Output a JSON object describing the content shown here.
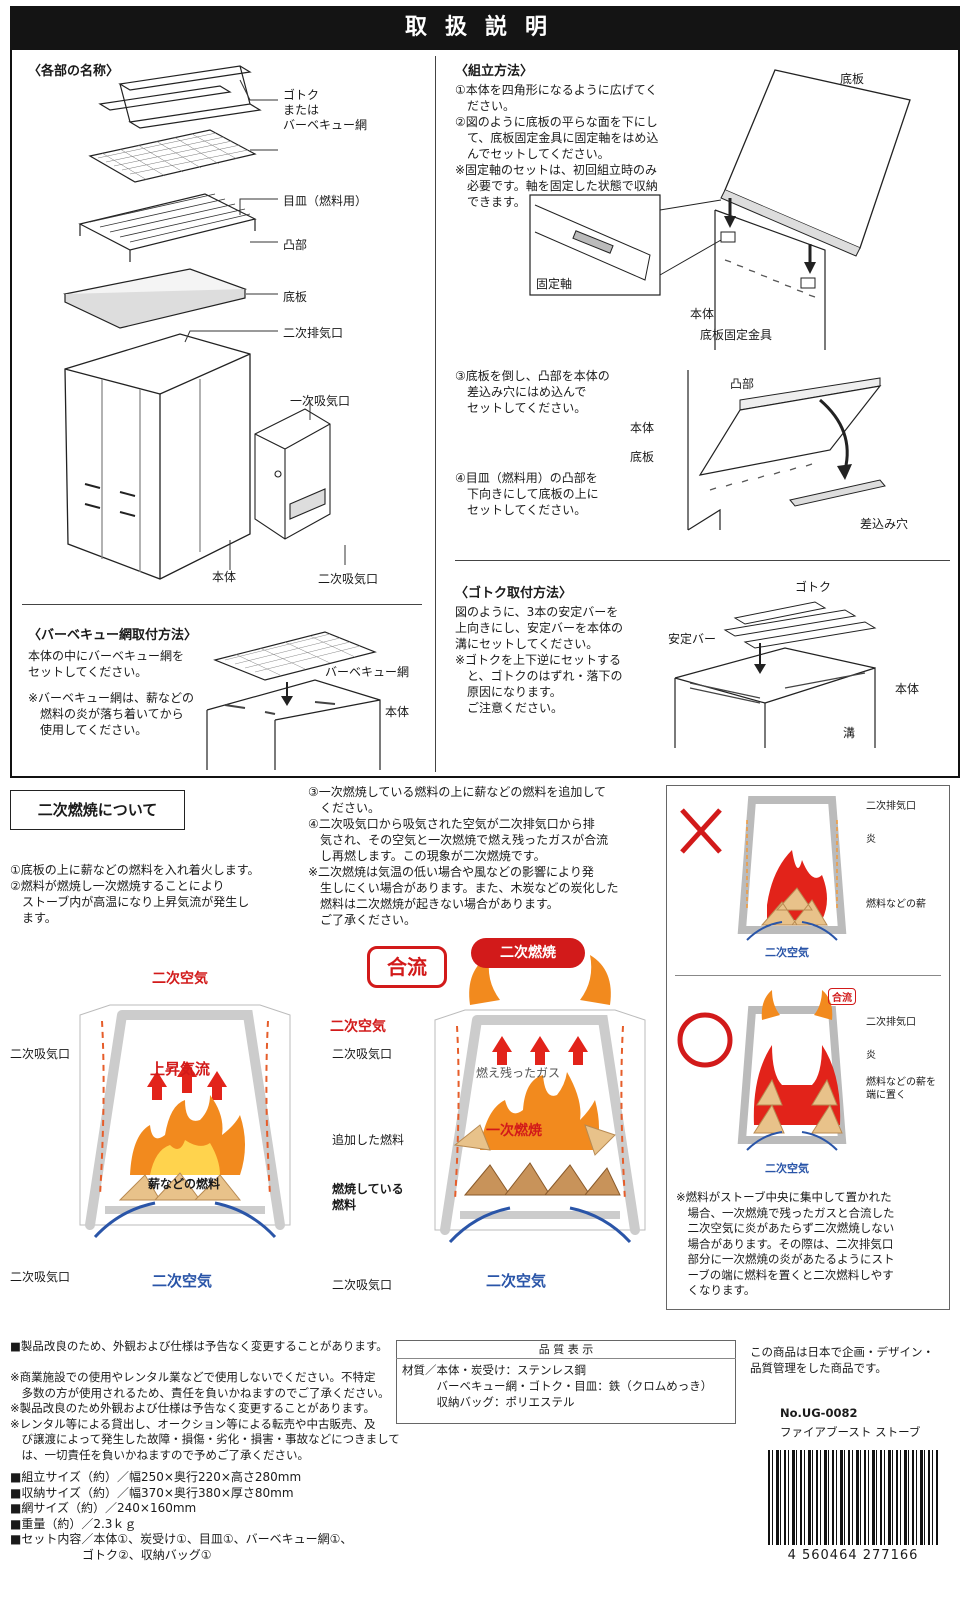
{
  "header": {
    "title": "取扱説明"
  },
  "parts": {
    "heading": "〈各部の名称〉",
    "labels": {
      "gotoku": "ゴトク\nまたは\nバーベキュー網",
      "mezara": "目皿（燃料用）",
      "totsubu": "凸部",
      "sokoita": "底板",
      "niji_haiki": "二次排気口",
      "ichiji_kyuki": "一次吸気口",
      "hontai": "本体",
      "niji_kyuki": "二次吸気口"
    }
  },
  "assembly": {
    "heading": "〈組立方法〉",
    "step1": "①本体を四角形になるように広げてく\n　ださい。\n②図のように底板の平らな面を下にし\n　て、底板固定金具に固定軸をはめ込\n　んでセットしてください。\n※固定軸のセットは、初回組立時のみ\n　必要です。軸を固定した状態で収納\n　できます。",
    "labels": {
      "sokoita": "底板",
      "kotei_jiku": "固定軸",
      "hontai": "本体",
      "kotei_kanagu": "底板固定金具"
    },
    "step3": "③底板を倒し、凸部を本体の\n　差込み穴にはめ込んで\n　セットしてください。",
    "step4": "④目皿（燃料用）の凸部を\n　下向きにして底板の上に\n　セットしてください。",
    "labels2": {
      "totsubu": "凸部",
      "hontai": "本体",
      "sokoita": "底板",
      "sashikomi": "差込み穴"
    }
  },
  "gotoku_mount": {
    "heading": "〈ゴトク取付方法〉",
    "text": "図のように、3本の安定バーを\n上向きにし、安定バーを本体の\n溝にセットしてください。\n※ゴトクを上下逆にセットする\n　と、ゴトクのはずれ・落下の\n　原因になります。\n　ご注意ください。",
    "labels": {
      "gotoku": "ゴトク",
      "antei_bar": "安定バー",
      "hontai": "本体",
      "mizo": "溝"
    }
  },
  "bbq_mount": {
    "heading": "〈バーベキュー網取付方法〉",
    "text": "本体の中にバーベキュー網を\nセットしてください。",
    "note": "※バーベキュー網は、薪などの\n　燃料の炎が落ち着いてから\n　使用してください。",
    "labels": {
      "bbq_net": "バーベキュー網",
      "hontai": "本体"
    }
  },
  "secondary": {
    "heading": "二次燃焼について",
    "left_text": "①底板の上に薪などの燃料を入れ着火します。\n②燃料が燃焼し一次燃焼することにより\n　ストーブ内が高温になり上昇気流が発生し\n　ます。",
    "right_text": "③一次燃焼している燃料の上に薪などの燃料を追加して\n　ください。\n④二次吸気口から吸気された空気が二次排気口から排\n　気され、その空気と一次燃焼で燃え残ったガスが合流\n　し再燃します。この現象が二次燃焼です。\n※二次燃焼は気温の低い場合や風などの影響により発\n　生しにくい場合があります。また、木炭などの炭化した\n　燃料は二次燃焼が起きない場合があります。\n　ご了承ください。",
    "diagram1": {
      "niji_kuki_top": "二次空気",
      "niji_kyuki": "二次吸気口",
      "joshoryu": "上昇気流",
      "maki": "薪などの燃料",
      "niji_kyuki_bottom": "二次吸気口",
      "niji_kuki_bottom": "二次空気"
    },
    "diagram2": {
      "goryu": "合流",
      "niji_nensho": "二次燃焼",
      "niji_kuki": "二次空気",
      "niji_kyuki": "二次吸気口",
      "moenokori": "燃え残ったガス",
      "tsuika": "追加した燃料",
      "ichiji": "一次燃焼",
      "nenshochu": "燃焼している\n燃料",
      "niji_kyuki_bottom": "二次吸気口",
      "niji_kuki_bottom": "二次空気"
    },
    "side": {
      "bad_labels": {
        "haiki": "二次排気口",
        "hono": "炎",
        "maki": "燃料などの薪",
        "kuki": "二次空気"
      },
      "good_labels": {
        "goryu": "合流",
        "haiki": "二次排気口",
        "hono": "炎",
        "maki": "燃料などの薪を\n端に置く",
        "kuki": "二次空気"
      },
      "note": "※燃料がストーブ中央に集中して置かれた\n　場合、一次燃焼で残ったガスと合流した\n　二次空気に炎があたらず二次燃焼しない\n　場合があります。その際は、二次排気口\n　部分に一次燃焼の炎があたるようにスト\n　ーブの端に燃料を置くと二次燃料しやす\n　くなります。"
    }
  },
  "footer": {
    "notice1": "■製品改良のため、外観および仕様は予告なく変更することがあります。",
    "notice2": "※商業施設での使用やレンタル業などで使用しないでください。不特定\n　多数の方が使用されるため、責任を負いかねますのでご了承ください。\n※製品改良のため外観および仕様は予告なく変更することがあります。\n※レンタル等による貸出し、オークション等による転売や中古販売、及\n　び譲渡によって発生した故障・損傷・劣化・損害・事故などにつきまして\n　は、一切責任を負いかねますので予めご了承ください。",
    "specs": [
      "■組立サイズ（約）／幅250×奥行220×高さ280mm",
      "■収納サイズ（約）／幅370×奥行380×厚さ80mm",
      "■網サイズ（約）／240×160mm",
      "■重量（約）／2.3ｋｇ",
      "■セット内容／本体①、炭受け①、目皿①、バーベキュー網①、",
      "　　　　　　ゴトク②、収納バッグ①"
    ],
    "quality_title": "品 質 表 示",
    "quality_text": "材質／本体・炭受け：ステンレス鋼\n　　　バーベキュー網・ゴトク・目皿：鉄（クロムめっき）\n　　　収納バッグ：ポリエステル",
    "made": "この商品は日本で企画・デザイン・\n品質管理をした商品です。",
    "model_no": "No.UG-0082",
    "product_name": "ファイアブースト ストーブ",
    "barcode_number": "4 560464 277166"
  }
}
